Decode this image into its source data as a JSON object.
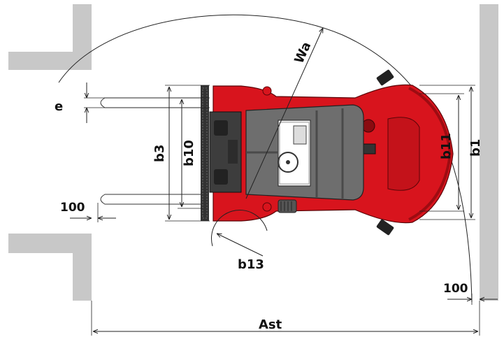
{
  "colors": {
    "background": "#ffffff",
    "wall": "#c8c8c8",
    "truck_red": "#d8141d",
    "truck_dark_red": "#9d0c12",
    "cab_grey": "#555555",
    "roof_grey": "#6e6e6e",
    "dimension_line": "#222222"
  },
  "labels": {
    "e": "e",
    "b3": "b3",
    "b10": "b10",
    "b11": "b11",
    "b1": "b1",
    "wa": "Wa",
    "b13": "b13",
    "clearance_left": "100",
    "clearance_right": "100",
    "ast": "Ast"
  }
}
